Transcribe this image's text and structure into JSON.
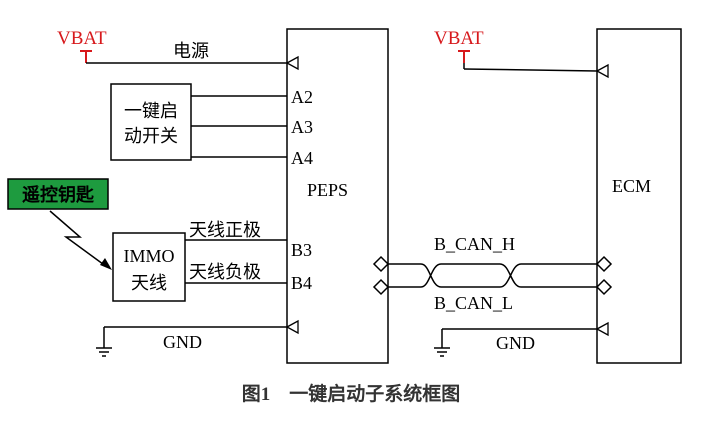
{
  "diagram": {
    "vbat_left": "VBAT",
    "vbat_right": "VBAT",
    "power_label": "电源",
    "switch_line1": "一键启",
    "switch_line2": "动开关",
    "pin_a2": "A2",
    "pin_a3": "A3",
    "pin_a4": "A4",
    "peps_label": "PEPS",
    "ecm_label": "ECM",
    "remote_key": "遥控钥匙",
    "immo_line1": "IMMO",
    "immo_line2": "天线",
    "ant_pos": "天线正极",
    "ant_neg": "天线负极",
    "pin_b3": "B3",
    "pin_b4": "B4",
    "can_h": "B_CAN_H",
    "can_l": "B_CAN_L",
    "gnd_left": "GND",
    "gnd_right": "GND"
  },
  "caption": "图1　一键启动子系统框图",
  "colors": {
    "vbat": "#d7191c",
    "remote_key_fill": "#1e9b3f",
    "line": "#000000"
  }
}
